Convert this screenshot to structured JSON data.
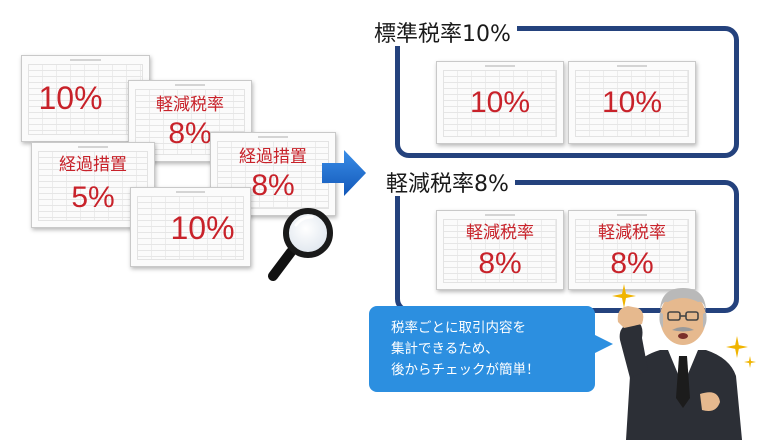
{
  "left_docs": [
    {
      "lines": [
        "10%"
      ]
    },
    {
      "lines": [
        "軽減税率",
        "8%"
      ]
    },
    {
      "lines": [
        "経過措置",
        "5%"
      ]
    },
    {
      "lines": [
        "経過措置",
        "8%"
      ]
    },
    {
      "lines": [
        "10%"
      ]
    }
  ],
  "groups": {
    "standard": {
      "title": "標準税率10%",
      "docs": [
        {
          "lines": [
            "10%"
          ]
        },
        {
          "lines": [
            "10%"
          ]
        }
      ]
    },
    "reduced": {
      "title": "軽減税率8%",
      "docs": [
        {
          "lines": [
            "軽減税率",
            "8%"
          ]
        },
        {
          "lines": [
            "軽減税率",
            "8%"
          ]
        }
      ]
    }
  },
  "speech_bubble": {
    "lines": [
      "税率ごとに取引内容を",
      "集計できるため、",
      "後からチェックが簡単！"
    ]
  },
  "icons": [
    "magnifier-icon",
    "arrow-right-icon",
    "businessman-illustration",
    "sparkle-icon"
  ],
  "colors": {
    "accent_red": "#c8222a",
    "frame_navy": "#24427d",
    "arrow_blue": "#1d6fd1",
    "bubble_blue": "#2c8fe0"
  }
}
